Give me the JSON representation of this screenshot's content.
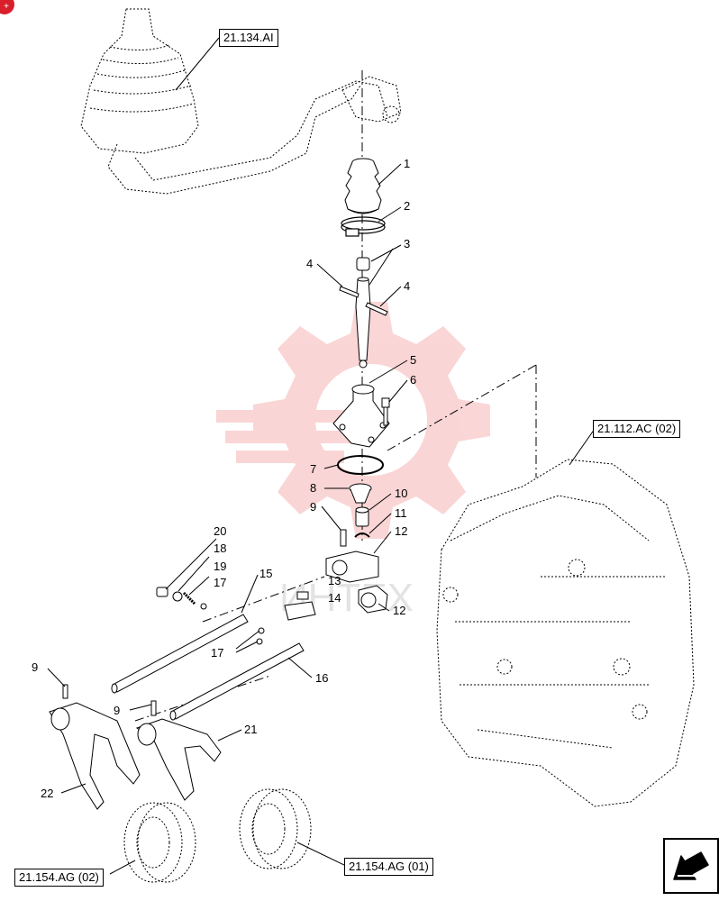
{
  "references": {
    "top_lever": "21.134.AI",
    "housing": "21.112.AC (02)",
    "sync_left": "21.154.AG (02)",
    "sync_right": "21.154.AG (01)"
  },
  "callouts": {
    "c1": "1",
    "c2": "2",
    "c3": "3",
    "c4a": "4",
    "c4b": "4",
    "c5": "5",
    "c6": "6",
    "c7": "7",
    "c8": "8",
    "c9a": "9",
    "c10": "10",
    "c11": "11",
    "c12a": "12",
    "c12b": "12",
    "c13": "13",
    "c14": "14",
    "c15": "15",
    "c16": "16",
    "c17a": "17",
    "c17b": "17",
    "c18": "18",
    "c19": "19",
    "c20": "20",
    "c9b": "9",
    "c9c": "9",
    "c21": "21",
    "c22": "22"
  },
  "badge": "+",
  "colors": {
    "watermark": "#f4a4a4",
    "badge": "#d81f2b"
  }
}
